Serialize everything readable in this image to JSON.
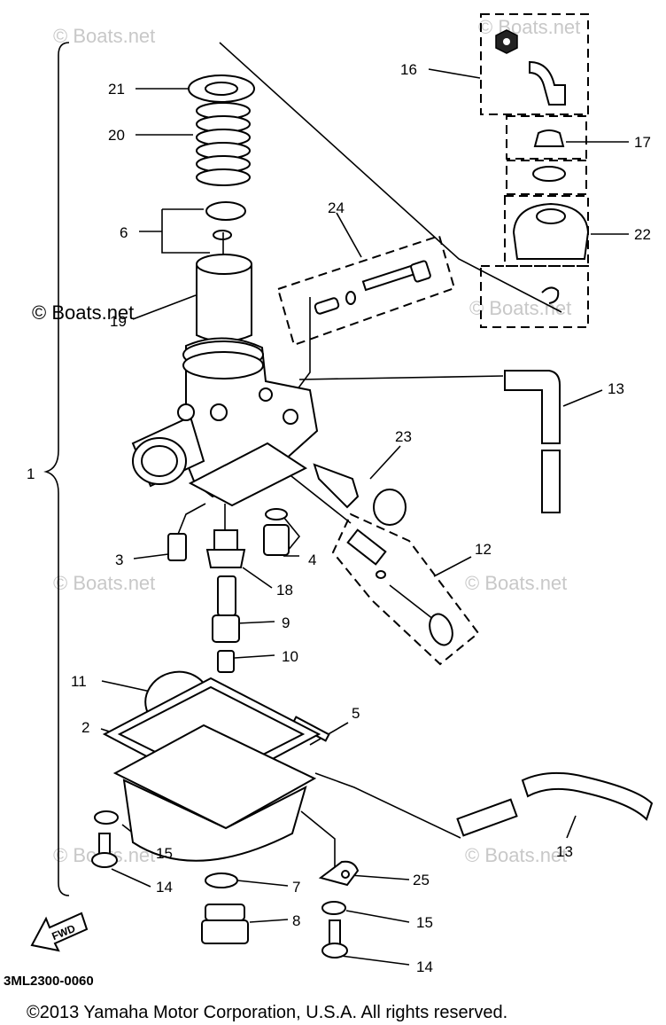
{
  "diagram_code": "3ML2300-0060",
  "copyright": "©2013 Yamaha Motor Corporation, U.S.A. All rights reserved.",
  "watermark": "© Boats.net",
  "fwd_label": "FWD",
  "callouts": {
    "c1": "1",
    "c2": "2",
    "c3": "3",
    "c4": "4",
    "c5": "5",
    "c6": "6",
    "c7": "7",
    "c8": "8",
    "c9": "9",
    "c10": "10",
    "c11": "11",
    "c12": "12",
    "c13a": "13",
    "c13b": "13",
    "c14a": "14",
    "c14b": "14",
    "c15a": "15",
    "c15b": "15",
    "c16": "16",
    "c17": "17",
    "c18": "18",
    "c19": "19",
    "c20": "20",
    "c21": "21",
    "c22": "22",
    "c23": "23",
    "c24": "24",
    "c25": "25"
  }
}
